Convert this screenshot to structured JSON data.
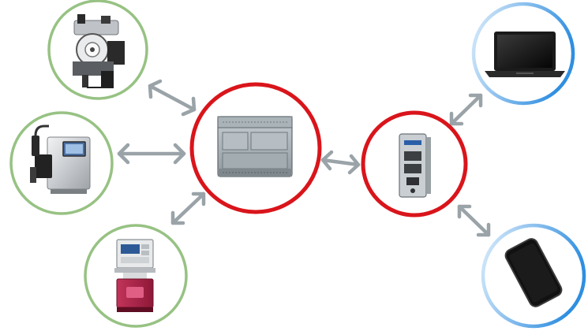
{
  "diagram": {
    "nodes": [
      {
        "id": "labeler",
        "kind": "print-and-apply-labeler",
        "ring": "green"
      },
      {
        "id": "inkjet",
        "kind": "inkjet-printer",
        "ring": "green"
      },
      {
        "id": "thermal-printer",
        "kind": "thermal-transfer-printer",
        "ring": "green"
      },
      {
        "id": "plc",
        "kind": "plc-controller",
        "ring": "red"
      },
      {
        "id": "gateway",
        "kind": "industrial-gateway",
        "ring": "red"
      },
      {
        "id": "laptop",
        "kind": "laptop",
        "ring": "blue"
      },
      {
        "id": "smartphone",
        "kind": "smartphone",
        "ring": "blue"
      }
    ],
    "links": [
      {
        "from": "labeler",
        "to": "plc",
        "direction": "bidirectional"
      },
      {
        "from": "inkjet",
        "to": "plc",
        "direction": "bidirectional"
      },
      {
        "from": "thermal-printer",
        "to": "plc",
        "direction": "bidirectional"
      },
      {
        "from": "plc",
        "to": "gateway",
        "direction": "bidirectional"
      },
      {
        "from": "gateway",
        "to": "laptop",
        "direction": "bidirectional"
      },
      {
        "from": "gateway",
        "to": "smartphone",
        "direction": "bidirectional"
      }
    ],
    "colors": {
      "green_ring": "#97c283",
      "red_ring": "#d9151b",
      "blue_ring_dark": "#2f8fe0",
      "blue_ring_light": "#d9ecfb",
      "arrow": "#9aa3a8"
    }
  }
}
